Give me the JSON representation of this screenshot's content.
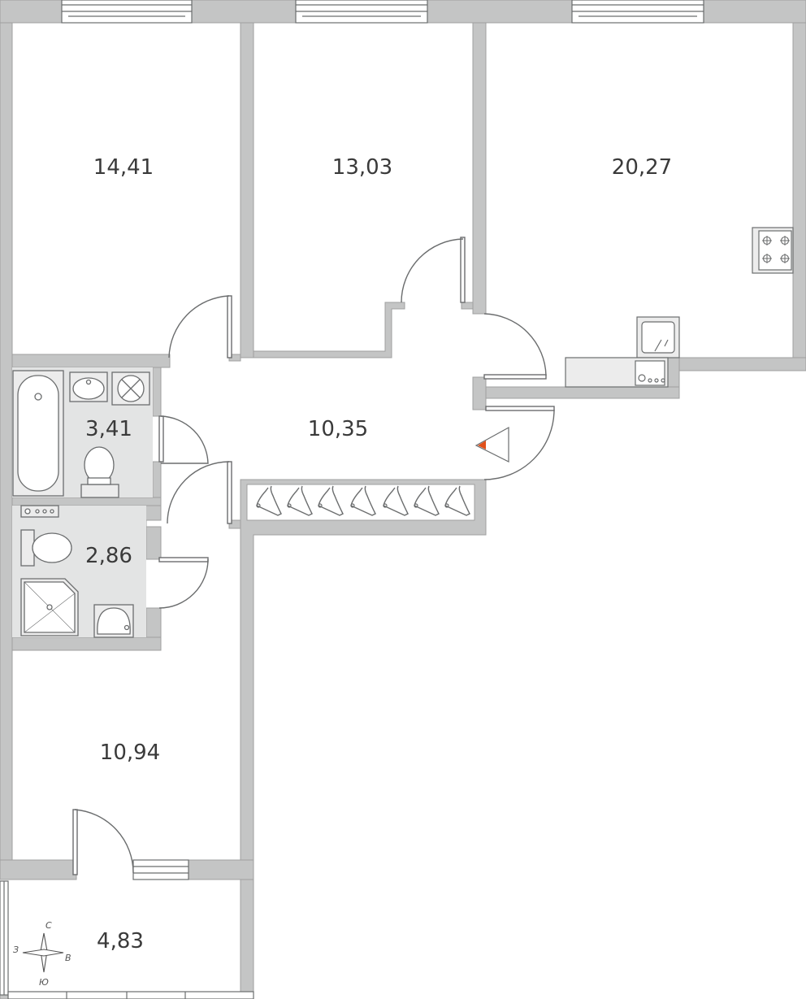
{
  "rooms": {
    "bedroom_left": "14,41",
    "bedroom_middle": "13,03",
    "kitchen_living": "20,27",
    "hallway": "10,35",
    "bathroom": "3,41",
    "wc": "2,86",
    "bedroom_bottom": "10,94",
    "balcony": "4,83"
  },
  "compass": {
    "north": "С",
    "south": "Ю",
    "west": "З",
    "east": "В"
  },
  "colors": {
    "wall": "#c4c5c5",
    "wall_edge": "#9fa0a0",
    "line": "#6b6d6e",
    "fixture": "#d9dada",
    "entry_marker": "#e0501a"
  },
  "icons": [
    "door-swing-icon",
    "bathtub-icon",
    "sink-icon",
    "washing-machine-icon",
    "toilet-icon",
    "shower-icon",
    "stove-icon",
    "kitchen-sink-icon",
    "hanger-icon",
    "entrance-marker-icon",
    "compass-icon",
    "window-icon"
  ]
}
